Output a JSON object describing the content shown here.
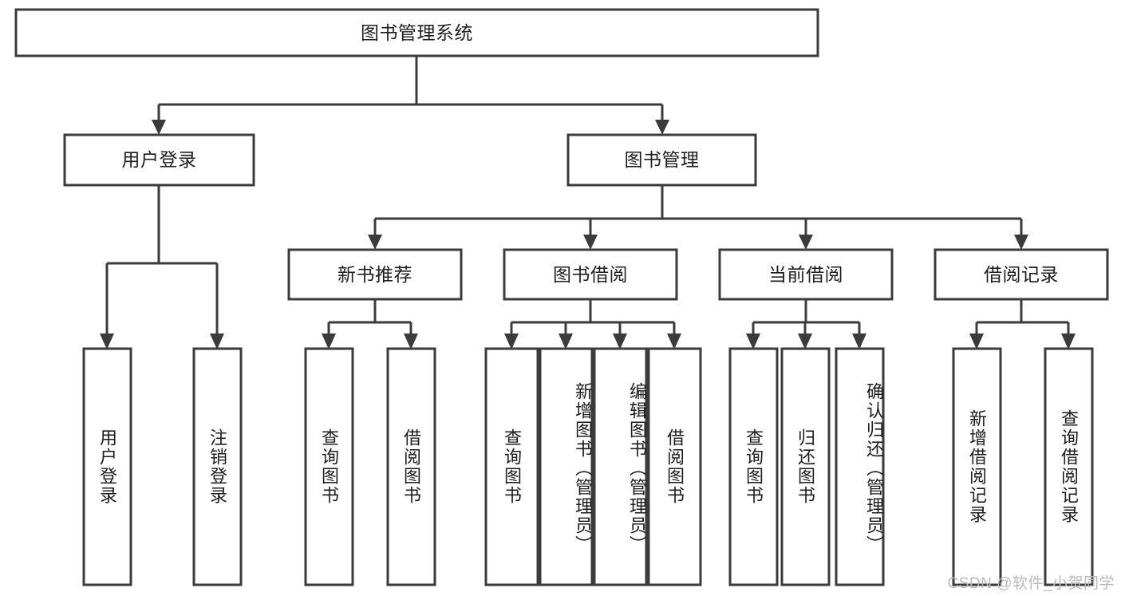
{
  "diagram": {
    "title_node": {
      "id": "root",
      "label": "图书管理系统"
    },
    "level2": [
      {
        "id": "login",
        "label": "用户登录"
      },
      {
        "id": "bookmgmt",
        "label": "图书管理"
      }
    ],
    "level3": [
      {
        "id": "newbook",
        "label": "新书推荐"
      },
      {
        "id": "borrow",
        "label": "图书借阅"
      },
      {
        "id": "current",
        "label": "当前借阅"
      },
      {
        "id": "records",
        "label": "借阅记录"
      }
    ],
    "leaves": [
      {
        "id": "leaf-user-login",
        "label": "用户登录",
        "parent": "login"
      },
      {
        "id": "leaf-user-logout",
        "label": "注销登录",
        "parent": "login"
      },
      {
        "id": "leaf-query-book-1",
        "label": "查询图书",
        "parent": "newbook"
      },
      {
        "id": "leaf-borrow-book-1",
        "label": "借阅图书",
        "parent": "newbook"
      },
      {
        "id": "leaf-query-book-2",
        "label": "查询图书",
        "parent": "borrow"
      },
      {
        "id": "leaf-add-book",
        "label": "新增图书（管理员）",
        "parent": "borrow"
      },
      {
        "id": "leaf-edit-book",
        "label": "编辑图书（管理员）",
        "parent": "borrow"
      },
      {
        "id": "leaf-borrow-book-2",
        "label": "借阅图书",
        "parent": "borrow"
      },
      {
        "id": "leaf-query-book-3",
        "label": "查询图书",
        "parent": "current"
      },
      {
        "id": "leaf-return-book",
        "label": "归还图书",
        "parent": "current"
      },
      {
        "id": "leaf-confirm-return",
        "label": "确认归还（管理员）",
        "parent": "current"
      },
      {
        "id": "leaf-add-record",
        "label": "新增借阅记录",
        "parent": "records"
      },
      {
        "id": "leaf-query-record",
        "label": "查询借阅记录",
        "parent": "records"
      }
    ]
  },
  "watermark": {
    "text": "CSDN @软件_小贺同学"
  },
  "colors": {
    "stroke": "#3b3b3b",
    "fill": "#ffffff",
    "text": "#1d1d1d",
    "watermark": "#b9b9b9"
  }
}
